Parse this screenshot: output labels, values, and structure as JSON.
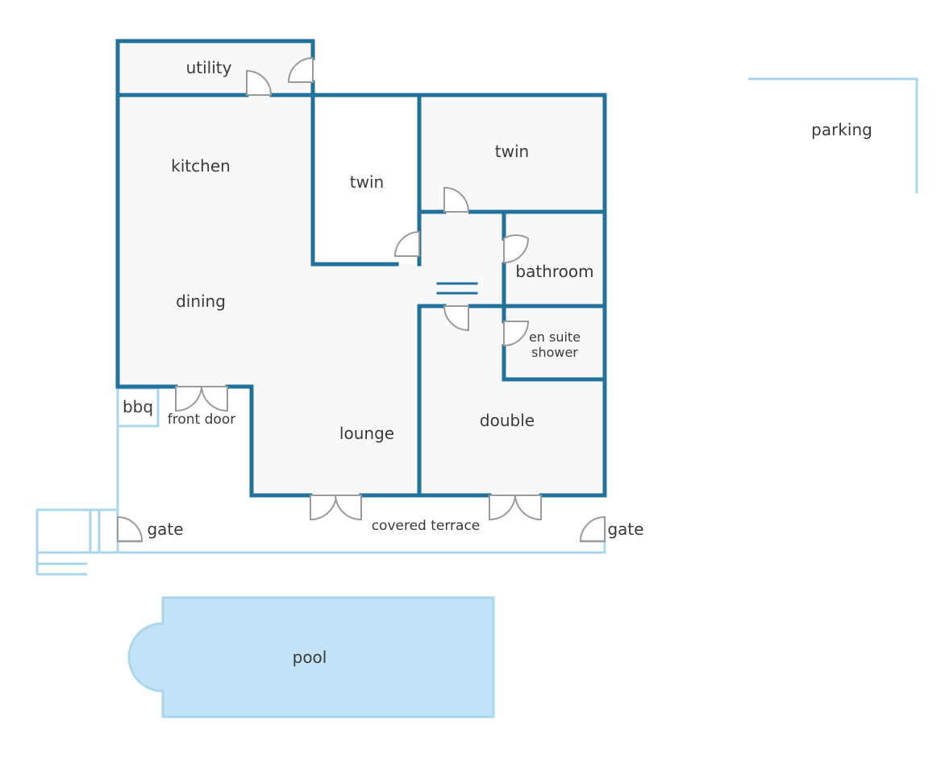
{
  "colors": {
    "wall": "#22719b",
    "outdoor_line": "#a9d6ec",
    "pool_fill": "#c3e4f7",
    "floor_fill": "#f8f8f8",
    "door": "#9a9a9a",
    "text": "#3a3a3a"
  },
  "rooms": {
    "utility": "utility",
    "kitchen": "kitchen",
    "dining": "dining",
    "twin_left": "twin",
    "twin_right": "twin",
    "bathroom": "bathroom",
    "ensuite_line1": "en suite",
    "ensuite_line2": "shower",
    "double": "double",
    "lounge": "lounge",
    "bbq": "bbq",
    "front_door": "front door",
    "covered_terrace": "covered terrace",
    "gate_left": "gate",
    "gate_right": "gate",
    "pool": "pool",
    "parking": "parking"
  }
}
